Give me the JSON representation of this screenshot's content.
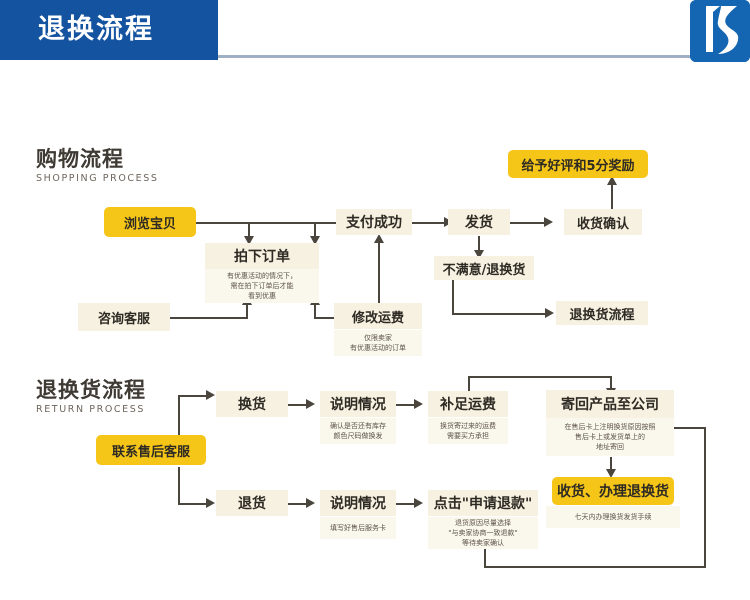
{
  "header": {
    "title": "退换流程",
    "logo_icon": "brand-logo-icon",
    "brand_color": "#14539f",
    "accent_color": "#f5c518"
  },
  "sections": {
    "shopping": {
      "title_cn": "购物流程",
      "title_en": "SHOPPING PROCESS"
    },
    "ret": {
      "title_cn": "退换货流程",
      "title_en": "RETURN PROCESS"
    }
  },
  "shopping_nodes": {
    "browse": "浏览宝贝",
    "consult": "咨询客服",
    "place_order": "拍下订单",
    "place_order_note": [
      "有优惠活动的情况下，",
      "需在拍下订单后才能",
      "看到优惠"
    ],
    "modify_freight": "修改运费",
    "modify_freight_note": [
      "仅限卖家",
      "有优惠活动的订单"
    ],
    "pay_success": "支付成功",
    "ship": "发货",
    "confirm_receipt": "收货确认",
    "reward": "给予好评和5分奖励",
    "dissatisfied": "不满意/退换货",
    "return_flow": "退换货流程"
  },
  "return_nodes": {
    "contact": "联系售后客服",
    "exchange": "换货",
    "exchange_explain": "说明情况",
    "exchange_explain_note": [
      "确认是否还有库存",
      "颜色尺码做换发"
    ],
    "make_up_freight": "补足运费",
    "make_up_freight_note": [
      "换货寄过来的运费",
      "需要买方承担"
    ],
    "send_back": "寄回产品至公司",
    "send_back_note": [
      "在售后卡上注明换货原因按照",
      "售后卡上或发货单上的",
      "地址寄回"
    ],
    "receive_handle": "收货、办理退换货",
    "receive_handle_note": [
      "七天内办理换货发货手续"
    ],
    "refund": "退货",
    "refund_explain": "说明情况",
    "refund_explain_note": [
      "填写好售后服务卡"
    ],
    "apply_refund": "点击\"申请退款\"",
    "apply_refund_note": [
      "退货原因尽量选择",
      "\"与卖家协商一致退款\"",
      "等待卖家确认"
    ]
  }
}
